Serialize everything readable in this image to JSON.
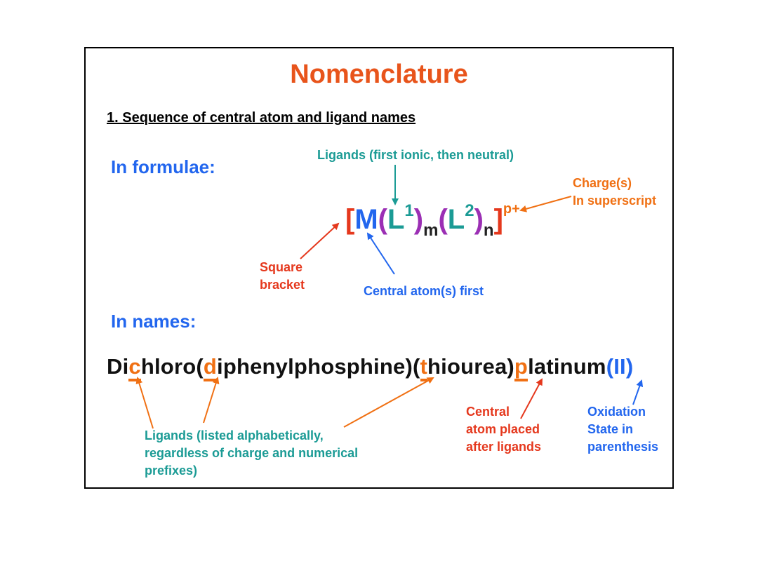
{
  "title": "Nomenclature",
  "section": "1. Sequence of central atom and ligand names",
  "formulae": {
    "heading": "In formulae:",
    "ligands_note": "Ligands (first ionic, then neutral)",
    "charge_note_1": "Charge(s)",
    "charge_note_2": "In superscript",
    "square_note_1": "Square",
    "square_note_2": "bracket",
    "central_note": "Central atom(s) first",
    "formula": {
      "open": "[",
      "metal": "M",
      "p1": "(",
      "l1": "L",
      "l1_sup": "1",
      "p2": ")",
      "m": "m",
      "p3": "(",
      "l2": "L",
      "l2_sup": "2",
      "p4": ")",
      "n": "n",
      "close": "]",
      "charge": "p+"
    },
    "colors": {
      "bracket": "#e5381d",
      "metal": "#2266ee",
      "ligand": "#1b9b95",
      "paren": "#9b2fb4",
      "subscript": "#222222"
    }
  },
  "names": {
    "heading": "In names:",
    "parts": {
      "a": "Di",
      "b": "c",
      "c": "hloro(",
      "d": "d",
      "e": "iphenylphosphine)(",
      "f": "t",
      "g": "hiourea)",
      "h": "p",
      "i": "latinum",
      "j": "(II)"
    },
    "ligands_note_1": "Ligands (listed alphabetically,",
    "ligands_note_2": "regardless of charge and numerical",
    "ligands_note_3": "prefixes)",
    "central_note_1": "Central",
    "central_note_2": "atom placed",
    "central_note_3": "after ligands",
    "oxidation_note_1": "Oxidation",
    "oxidation_note_2": "State in",
    "oxidation_note_3": "parenthesis"
  }
}
